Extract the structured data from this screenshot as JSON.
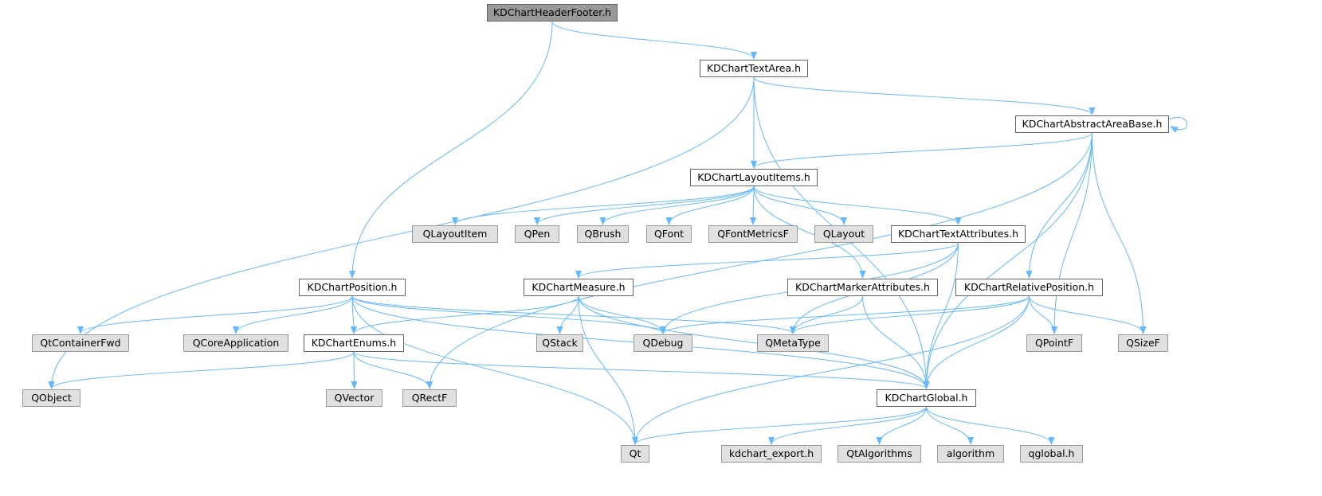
{
  "graph": {
    "colors": {
      "edge": "#63b8ff",
      "root_fill": "#999999",
      "doc_border": "#666666",
      "ext_fill": "#e0e0e0",
      "ext_border": "#999999"
    },
    "nodes": [
      {
        "id": "header_footer",
        "label": "KDChartHeaderFooter.h",
        "kind": "root"
      },
      {
        "id": "text_area",
        "label": "KDChartTextArea.h",
        "kind": "doc"
      },
      {
        "id": "abstract_area_base",
        "label": "KDChartAbstractAreaBase.h",
        "kind": "doc"
      },
      {
        "id": "layout_items",
        "label": "KDChartLayoutItems.h",
        "kind": "doc"
      },
      {
        "id": "qlayoutitem",
        "label": "QLayoutItem",
        "kind": "ext"
      },
      {
        "id": "qpen",
        "label": "QPen",
        "kind": "ext"
      },
      {
        "id": "qbrush",
        "label": "QBrush",
        "kind": "ext"
      },
      {
        "id": "qfont",
        "label": "QFont",
        "kind": "ext"
      },
      {
        "id": "qfontmetricsf",
        "label": "QFontMetricsF",
        "kind": "ext"
      },
      {
        "id": "qlayout",
        "label": "QLayout",
        "kind": "ext"
      },
      {
        "id": "text_attributes",
        "label": "KDChartTextAttributes.h",
        "kind": "doc"
      },
      {
        "id": "position",
        "label": "KDChartPosition.h",
        "kind": "doc"
      },
      {
        "id": "measure",
        "label": "KDChartMeasure.h",
        "kind": "doc"
      },
      {
        "id": "marker_attributes",
        "label": "KDChartMarkerAttributes.h",
        "kind": "doc"
      },
      {
        "id": "relative_position",
        "label": "KDChartRelativePosition.h",
        "kind": "doc"
      },
      {
        "id": "qtcontainerfwd",
        "label": "QtContainerFwd",
        "kind": "ext"
      },
      {
        "id": "qcoreapplication",
        "label": "QCoreApplication",
        "kind": "ext"
      },
      {
        "id": "enums",
        "label": "KDChartEnums.h",
        "kind": "doc"
      },
      {
        "id": "qstack",
        "label": "QStack",
        "kind": "ext"
      },
      {
        "id": "qdebug",
        "label": "QDebug",
        "kind": "ext"
      },
      {
        "id": "qmetatype",
        "label": "QMetaType",
        "kind": "ext"
      },
      {
        "id": "qpointf",
        "label": "QPointF",
        "kind": "ext"
      },
      {
        "id": "qsizef",
        "label": "QSizeF",
        "kind": "ext"
      },
      {
        "id": "qobject",
        "label": "QObject",
        "kind": "ext"
      },
      {
        "id": "qvector",
        "label": "QVector",
        "kind": "ext"
      },
      {
        "id": "qrectf",
        "label": "QRectF",
        "kind": "ext"
      },
      {
        "id": "global",
        "label": "KDChartGlobal.h",
        "kind": "doc"
      },
      {
        "id": "qt",
        "label": "Qt",
        "kind": "ext"
      },
      {
        "id": "kdchart_export",
        "label": "kdchart_export.h",
        "kind": "ext"
      },
      {
        "id": "qtalgorithms",
        "label": "QtAlgorithms",
        "kind": "ext"
      },
      {
        "id": "algorithm",
        "label": "algorithm",
        "kind": "ext"
      },
      {
        "id": "qglobal",
        "label": "qglobal.h",
        "kind": "ext"
      }
    ],
    "edges": [
      [
        "header_footer",
        "text_area"
      ],
      [
        "header_footer",
        "position"
      ],
      [
        "text_area",
        "qobject"
      ],
      [
        "text_area",
        "abstract_area_base"
      ],
      [
        "text_area",
        "layout_items"
      ],
      [
        "text_area",
        "global"
      ],
      [
        "abstract_area_base",
        "abstract_area_base"
      ],
      [
        "abstract_area_base",
        "layout_items"
      ],
      [
        "abstract_area_base",
        "qrectf"
      ],
      [
        "abstract_area_base",
        "relative_position"
      ],
      [
        "abstract_area_base",
        "qpointf"
      ],
      [
        "abstract_area_base",
        "qsizef"
      ],
      [
        "abstract_area_base",
        "global"
      ],
      [
        "layout_items",
        "qlayoutitem"
      ],
      [
        "layout_items",
        "qpen"
      ],
      [
        "layout_items",
        "qbrush"
      ],
      [
        "layout_items",
        "qfont"
      ],
      [
        "layout_items",
        "qfontmetricsf"
      ],
      [
        "layout_items",
        "qlayout"
      ],
      [
        "layout_items",
        "text_attributes"
      ],
      [
        "layout_items",
        "marker_attributes"
      ],
      [
        "text_attributes",
        "measure"
      ],
      [
        "text_attributes",
        "qdebug"
      ],
      [
        "text_attributes",
        "qmetatype"
      ],
      [
        "text_attributes",
        "global"
      ],
      [
        "position",
        "qtcontainerfwd"
      ],
      [
        "position",
        "qcoreapplication"
      ],
      [
        "position",
        "enums"
      ],
      [
        "position",
        "qdebug"
      ],
      [
        "position",
        "qmetatype"
      ],
      [
        "position",
        "global"
      ],
      [
        "position",
        "qt"
      ],
      [
        "measure",
        "enums"
      ],
      [
        "measure",
        "qstack"
      ],
      [
        "measure",
        "qdebug"
      ],
      [
        "measure",
        "global"
      ],
      [
        "measure",
        "qt"
      ],
      [
        "marker_attributes",
        "qmetatype"
      ],
      [
        "marker_attributes",
        "global"
      ],
      [
        "relative_position",
        "qdebug"
      ],
      [
        "relative_position",
        "qmetatype"
      ],
      [
        "relative_position",
        "qpointf"
      ],
      [
        "relative_position",
        "qsizef"
      ],
      [
        "relative_position",
        "global"
      ],
      [
        "relative_position",
        "qt"
      ],
      [
        "enums",
        "qobject"
      ],
      [
        "enums",
        "qvector"
      ],
      [
        "enums",
        "qrectf"
      ],
      [
        "enums",
        "global"
      ],
      [
        "global",
        "qt"
      ],
      [
        "global",
        "kdchart_export"
      ],
      [
        "global",
        "qtalgorithms"
      ],
      [
        "global",
        "algorithm"
      ],
      [
        "global",
        "qglobal"
      ]
    ]
  }
}
